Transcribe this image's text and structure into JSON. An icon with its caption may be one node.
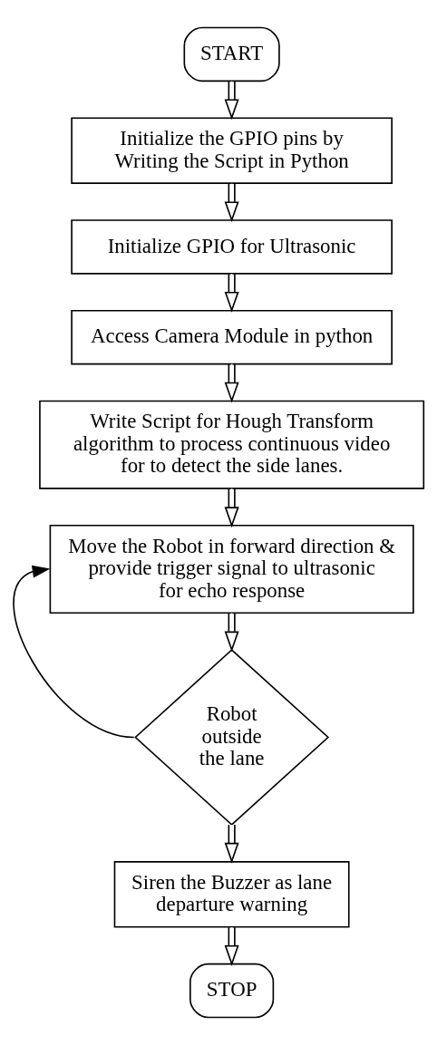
{
  "diagram": {
    "nodes": [
      {
        "text": [
          "START"
        ]
      },
      {
        "text": [
          "Initialize the GPIO pins by Writing the Script in Python"
        ]
      },
      {
        "text": [
          "Initialize GPIO for Ultrasonic"
        ]
      },
      {
        "text": [
          "Access Camera Module in python"
        ]
      },
      {
        "text": [
          "Write Script for Hough Transform algorithm to process continuous video for to detect the side lanes."
        ]
      },
      {
        "text": [
          "Move the Robot in forward direction & provide trigger signal to ultrasonic for echo response"
        ]
      },
      {
        "text": [
          "Robot outside the lane"
        ]
      },
      {
        "text": [
          "Siren the Buzzer as lane departure warning"
        ]
      },
      {
        "text": [
          "STOP"
        ]
      }
    ],
    "edges": [
      {
        "from": 0,
        "to": 1,
        "arrow": "to"
      },
      {
        "from": 1,
        "to": 2,
        "arrow": "to"
      },
      {
        "from": 2,
        "to": 3,
        "arrow": "to"
      },
      {
        "from": 3,
        "to": 4,
        "arrow": "to"
      },
      {
        "from": 4,
        "to": 5,
        "arrow": "to"
      },
      {
        "from": 5,
        "to": 6,
        "arrow": "to"
      },
      {
        "from": 6,
        "to": 5,
        "arrow": "to"
      },
      {
        "from": 6,
        "to": 7,
        "arrow": "to"
      },
      {
        "from": 7,
        "to": 8,
        "arrow": "to"
      }
    ]
  }
}
